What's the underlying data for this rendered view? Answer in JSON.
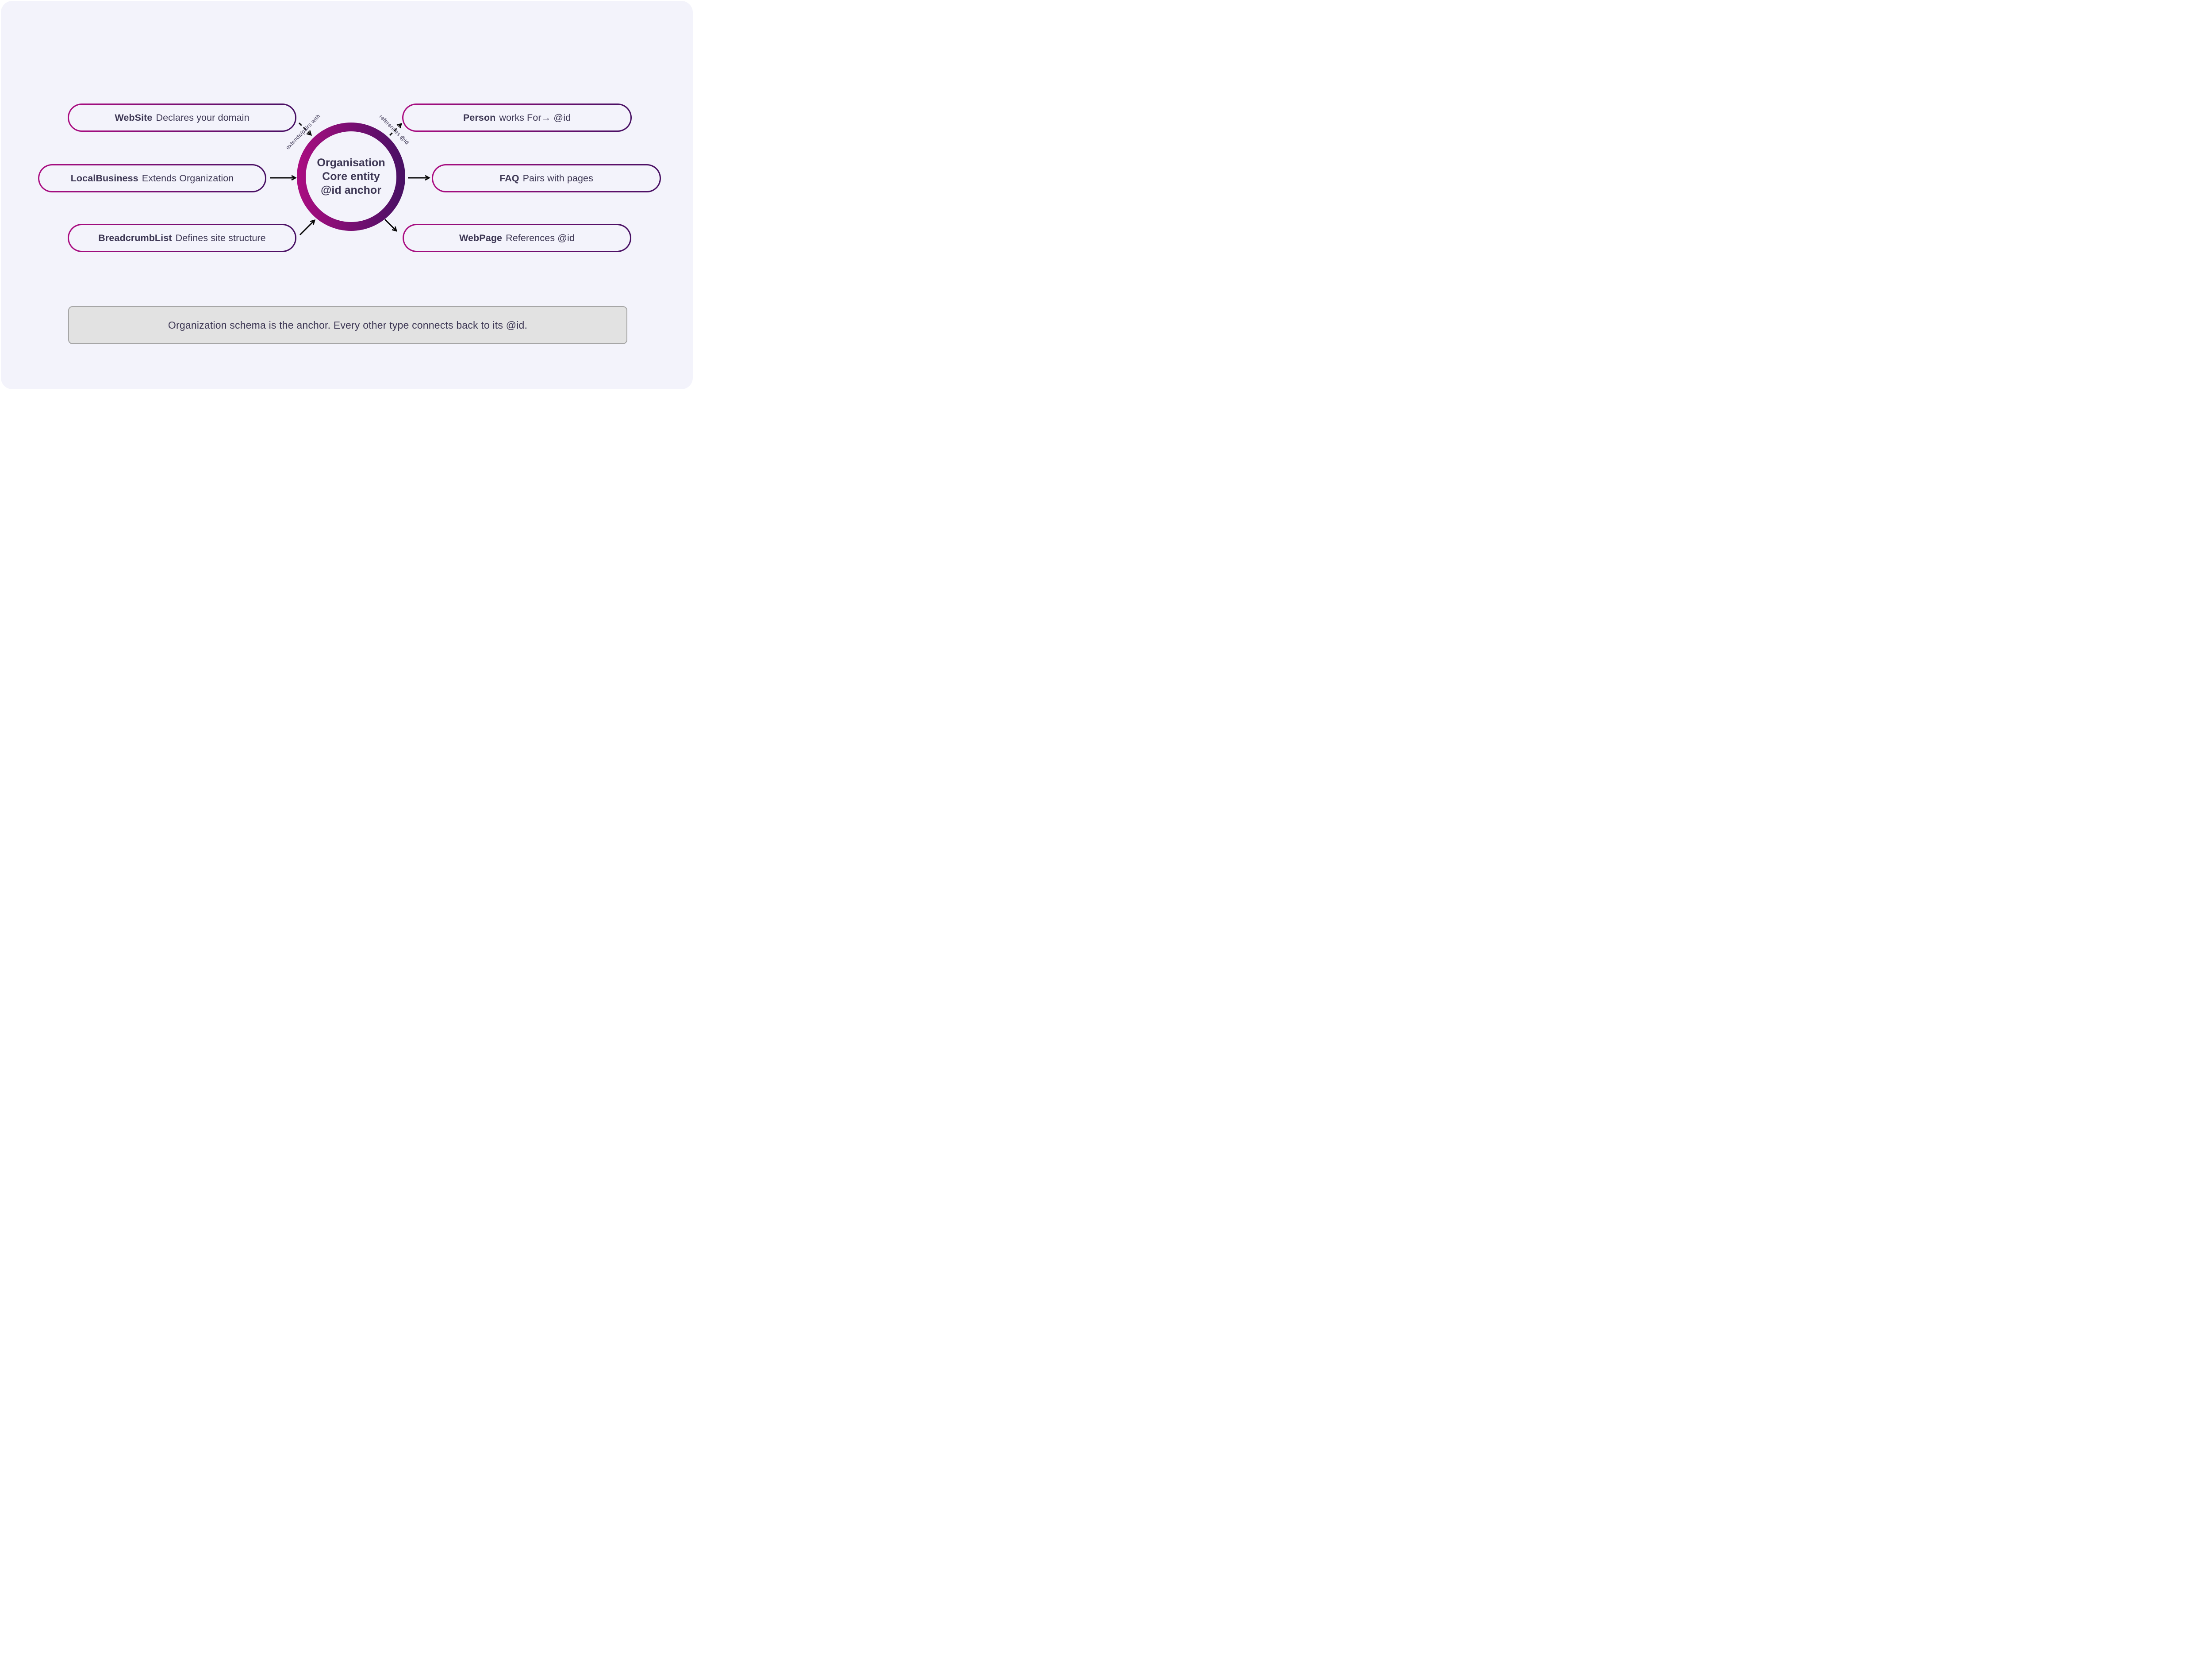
{
  "colors": {
    "page_bg": "#ffffff",
    "panel_bg": "#f3f3fb",
    "gradient_start": "#ab0d81",
    "gradient_end": "#471063",
    "text": "#3d3754",
    "arrow": "#0a0a0a",
    "caption_bg": "#e2e2e2",
    "caption_border": "#a6a6a6"
  },
  "center_node": {
    "lines": [
      "Organisation",
      "Core entity",
      "@id anchor"
    ]
  },
  "nodes": [
    {
      "term": "WebSite",
      "desc": "Declares your domain"
    },
    {
      "term": "LocalBusiness",
      "desc": "Extends Organization"
    },
    {
      "term": "BreadcrumbList",
      "desc": "Defines site structure"
    },
    {
      "term": "Person",
      "desc": "works For→ @id"
    },
    {
      "term": "FAQ",
      "desc": "Pairs with pages"
    },
    {
      "term": "WebPage",
      "desc": "References @id"
    }
  ],
  "edge_labels": [
    {
      "text": "extends/pairs with"
    },
    {
      "text": "references @id"
    }
  ],
  "caption": {
    "text": "Organization schema is the anchor. Every other type connects back to its @id."
  }
}
